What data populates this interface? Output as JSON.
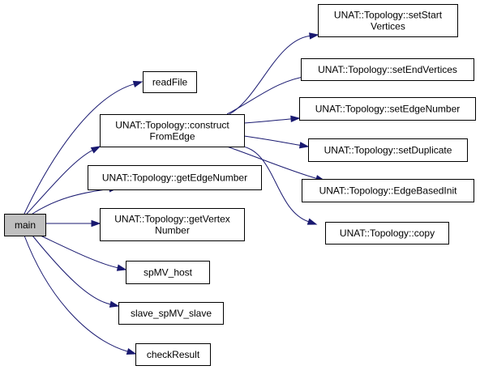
{
  "graph": {
    "nodes": {
      "main": {
        "lines": [
          "main"
        ]
      },
      "readFile": {
        "lines": [
          "readFile"
        ]
      },
      "constructFromEdge": {
        "lines": [
          "UNAT::Topology::construct",
          "FromEdge"
        ]
      },
      "getEdgeNumber": {
        "lines": [
          "UNAT::Topology::getEdgeNumber"
        ]
      },
      "getVertexNumber": {
        "lines": [
          "UNAT::Topology::getVertex",
          "Number"
        ]
      },
      "spMV_host": {
        "lines": [
          "spMV_host"
        ]
      },
      "slave_spMV_slave": {
        "lines": [
          "slave_spMV_slave"
        ]
      },
      "checkResult": {
        "lines": [
          "checkResult"
        ]
      },
      "setStartVertices": {
        "lines": [
          "UNAT::Topology::setStart",
          "Vertices"
        ]
      },
      "setEndVertices": {
        "lines": [
          "UNAT::Topology::setEndVertices"
        ]
      },
      "setEdgeNumber": {
        "lines": [
          "UNAT::Topology::setEdgeNumber"
        ]
      },
      "setDuplicate": {
        "lines": [
          "UNAT::Topology::setDuplicate"
        ]
      },
      "EdgeBasedInit": {
        "lines": [
          "UNAT::Topology::EdgeBasedInit"
        ]
      },
      "copy": {
        "lines": [
          "UNAT::Topology::copy"
        ]
      }
    },
    "edges": [
      {
        "from": "main",
        "to": "readFile"
      },
      {
        "from": "main",
        "to": "constructFromEdge"
      },
      {
        "from": "main",
        "to": "getEdgeNumber"
      },
      {
        "from": "main",
        "to": "getVertexNumber"
      },
      {
        "from": "main",
        "to": "spMV_host"
      },
      {
        "from": "main",
        "to": "slave_spMV_slave"
      },
      {
        "from": "main",
        "to": "checkResult"
      },
      {
        "from": "constructFromEdge",
        "to": "setStartVertices"
      },
      {
        "from": "constructFromEdge",
        "to": "setEndVertices"
      },
      {
        "from": "constructFromEdge",
        "to": "setEdgeNumber"
      },
      {
        "from": "constructFromEdge",
        "to": "setDuplicate"
      },
      {
        "from": "constructFromEdge",
        "to": "EdgeBasedInit"
      },
      {
        "from": "constructFromEdge",
        "to": "copy"
      }
    ],
    "colors": {
      "edge": "#191970",
      "root_fill": "#bfbfbf",
      "node_fill": "#ffffff",
      "border": "#000000"
    }
  }
}
